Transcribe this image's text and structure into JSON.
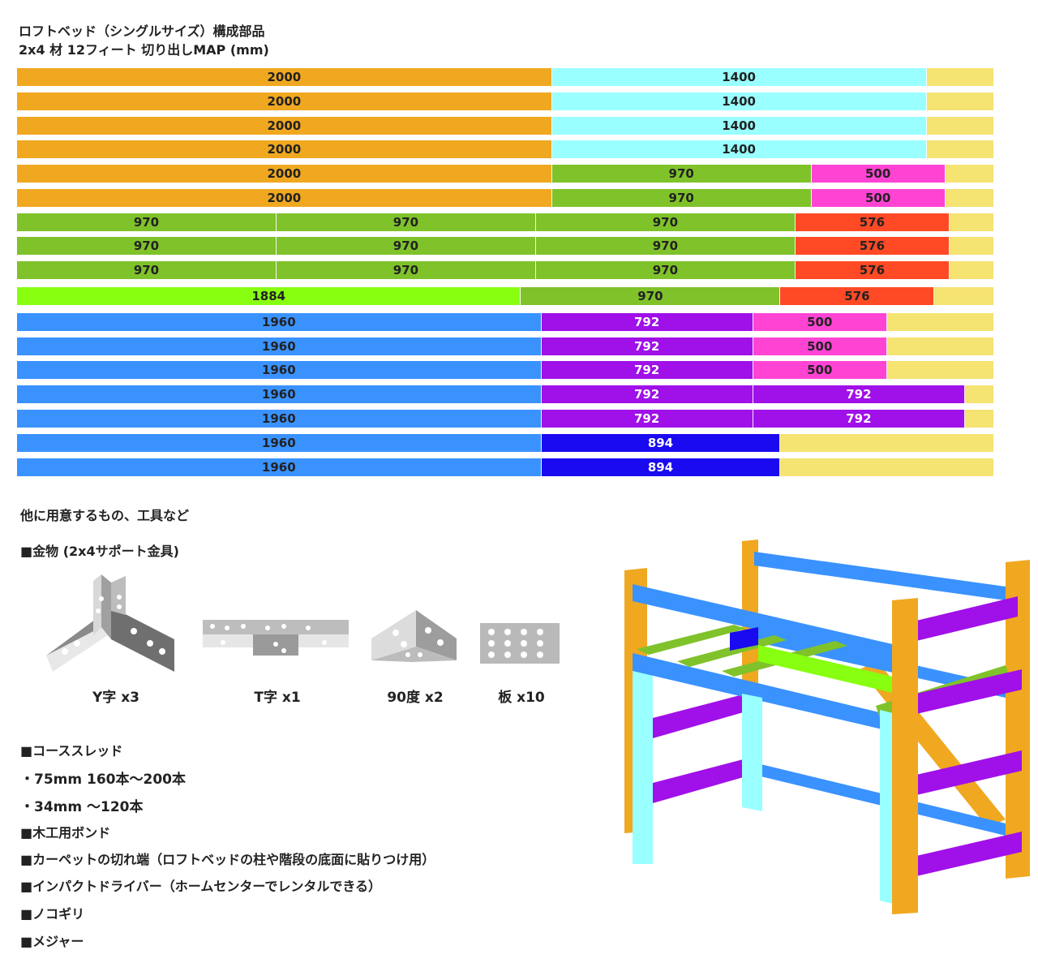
{
  "title_line1": "ロフトベッド（シングルサイズ）構成部品",
  "title_line2": "2x4 材 12フィート 切り出しMAP (mm)",
  "colors": {
    "2000": "#f0a820",
    "1400": "#99ffff",
    "970": "#7fc22a",
    "500": "#ff44d4",
    "576": "#ff4a25",
    "1884": "#88ff10",
    "1960": "#3a92ff",
    "792": "#a010e8",
    "894": "#1a0af0",
    "remnant": "#f5e372"
  },
  "board_length": 3650,
  "cut_rows": [
    [
      "2000",
      "1400"
    ],
    [
      "2000",
      "1400"
    ],
    [
      "2000",
      "1400"
    ],
    [
      "2000",
      "1400"
    ],
    [
      "2000",
      "970",
      "500"
    ],
    [
      "2000",
      "970",
      "500"
    ],
    [
      "970",
      "970",
      "970",
      "576"
    ],
    [
      "970",
      "970",
      "970",
      "576"
    ],
    [
      "970",
      "970",
      "970",
      "576"
    ],
    [
      "1884",
      "970",
      "576"
    ],
    [
      "1960",
      "792",
      "500"
    ],
    [
      "1960",
      "792",
      "500"
    ],
    [
      "1960",
      "792",
      "500"
    ],
    [
      "1960",
      "792",
      "792"
    ],
    [
      "1960",
      "792",
      "792"
    ],
    [
      "1960",
      "894"
    ],
    [
      "1960",
      "894"
    ]
  ],
  "other_heading": "他に用意するもの、工具など",
  "hardware_heading": "■金物 (2x4サポート金具)",
  "fittings": [
    {
      "label": "Y字 x3",
      "icon": "y-bracket-icon"
    },
    {
      "label": "T字 x1",
      "icon": "t-bracket-icon"
    },
    {
      "label": "90度 x2",
      "icon": "corner-bracket-icon"
    },
    {
      "label": "板 x10",
      "icon": "flat-plate-icon"
    }
  ],
  "list": [
    "■コーススレッド",
    "・75mm 160本～200本",
    "・34mm ～120本",
    "■木工用ボンド",
    "■カーペットの切れ端（ロフトベッドの柱や階段の底面に貼りつけ用）",
    "■インパクトドライバー（ホームセンターでレンタルできる）",
    "■ノコギリ",
    "■メジャー"
  ]
}
